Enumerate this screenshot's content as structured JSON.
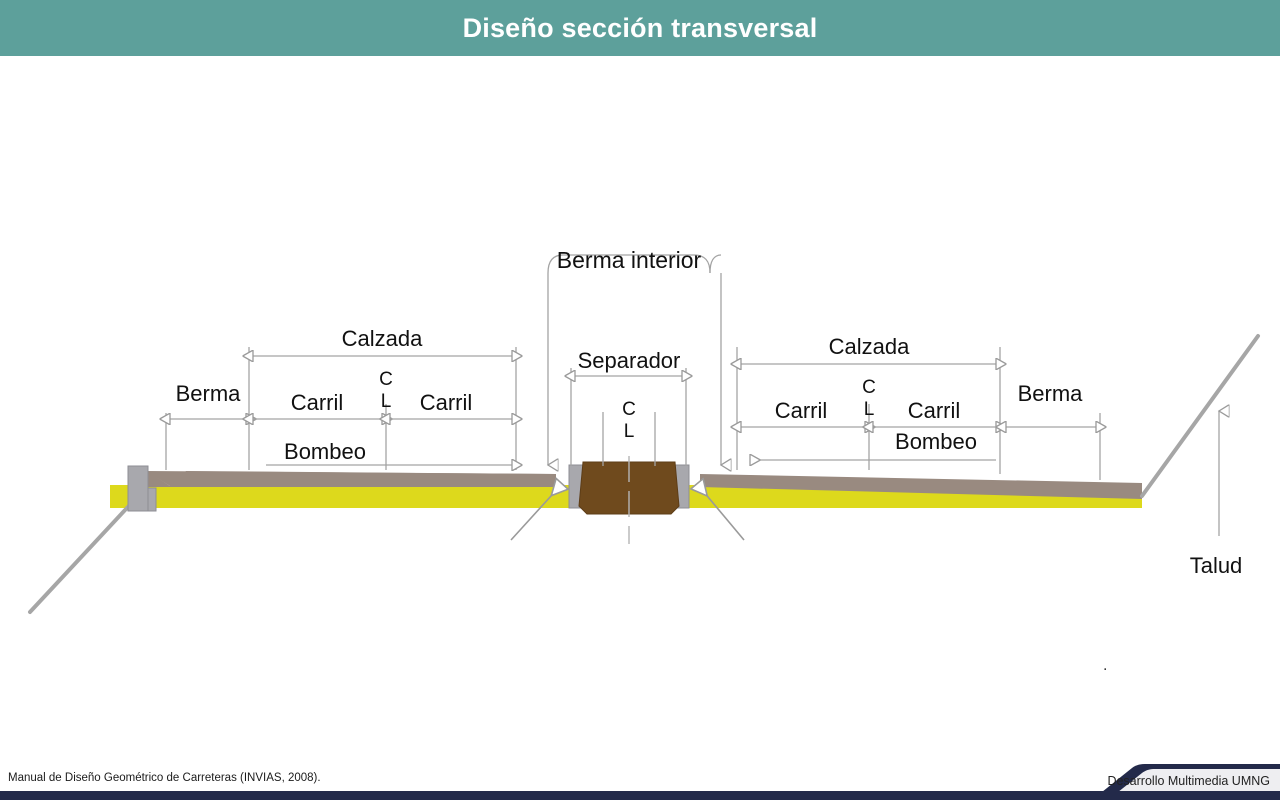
{
  "header": {
    "title": "Diseño sección transversal",
    "bg_color": "#5da09b",
    "text_color": "#ffffff"
  },
  "diagram": {
    "type": "road-cross-section",
    "colors": {
      "pavement_surface": "#998a80",
      "pavement_base": "#ddd91c",
      "barrier_gray": "#a8a8ad",
      "median_brown": "#6f4a1d",
      "line_gray": "#9a9a9a",
      "dimension_gray": "#a3a3a3"
    },
    "labels": {
      "berma_left": "Berma",
      "calzada_left": "Calzada",
      "carril_left_1": "Carril",
      "carril_left_2": "Carril",
      "bombeo_left": "Bombeo",
      "cl_left_top": "C",
      "cl_left_bottom": "L",
      "berma_interior": "Berma interior",
      "separador": "Separador",
      "cl_center_top": "C",
      "cl_center_bottom": "L",
      "calzada_right": "Calzada",
      "carril_right_1": "Carril",
      "carril_right_2": "Carril",
      "bombeo_right": "Bombeo",
      "cl_right_top": "C",
      "cl_right_bottom": "L",
      "berma_right": "Berma",
      "talud": "Talud",
      "stray_dot": "."
    }
  },
  "footer": {
    "source": "Manual de Diseño Geométrico de Carreteras (INVIAS, 2008).",
    "brand": "Desarrollo Multimedia UMNG",
    "bar_color": "#232a4a",
    "accent_color": "#e0a81e"
  }
}
